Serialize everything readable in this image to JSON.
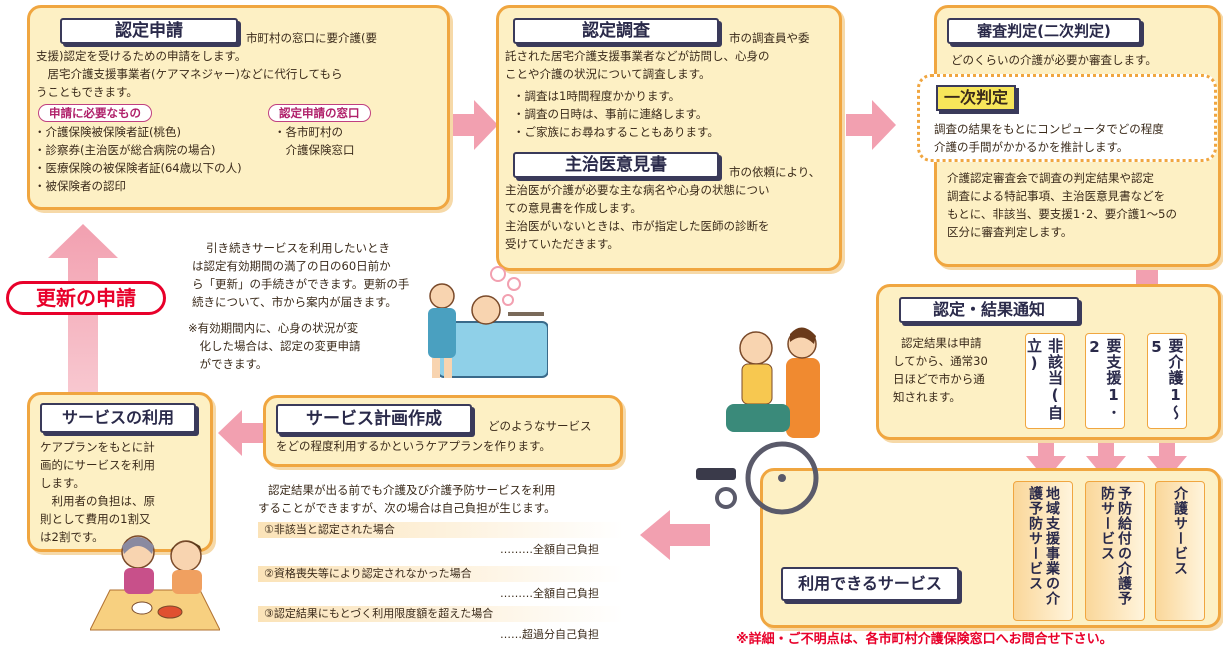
{
  "apply": {
    "title": "認定申請",
    "text": [
      "市町村の窓口に要介護(要",
      "支援)認定を受けるための申請をします。",
      "　居宅介護支援事業者(ケアマネジャー)などに代行してもら",
      "うこともできます。"
    ],
    "needs_title": "申請に必要なもの",
    "needs": [
      "・介護保険被保険者証(桃色)",
      "・診察券(主治医が総合病院の場合)",
      "・医療保険の被保険者証(64歳以下の人)",
      "・被保険者の認印"
    ],
    "window_title": "認定申請の窓口",
    "window": [
      "・各市町村の",
      "　介護保険窓口"
    ]
  },
  "survey": {
    "title": "認定調査",
    "text": [
      "市の調査員や委",
      "託された居宅介護支援事業者などが訪問し、心身の",
      "ことや介護の状況について調査します。"
    ],
    "bullets": [
      "・調査は1時間程度かかります。",
      "・調査の日時は、事前に連絡します。",
      "・ご家族にお尋ねすることもあります。"
    ],
    "doctor_title": "主治医意見書",
    "doctor_text": [
      "市の依頼により、",
      "主治医が介護が必要な主な病名や心身の状態につい",
      "ての意見書を作成します。",
      "主治医がいないときは、市が指定した医師の診断を",
      "受けていただきます。"
    ]
  },
  "judge": {
    "title": "審査判定(二次判定)",
    "text": "どのくらいの介護が必要か審査します。",
    "first_title": "一次判定",
    "first_text": [
      "調査の結果をもとにコンピュータでどの程度",
      "介護の手間がかかるかを推計します。"
    ],
    "second_text": [
      "介護認定審査会で調査の判定結果や認定",
      "調査による特記事項、主治医意見書などを",
      "もとに、非該当、要支援1･2、要介護1～5の",
      "区分に審査判定します。"
    ]
  },
  "notify": {
    "title": "認定・結果通知",
    "text": [
      "認定結果は申請",
      "してから、通常30",
      "日ほどで市から通",
      "知されます。"
    ],
    "results": [
      "非該当(自立)",
      "要支援1･2",
      "要介護1～5"
    ]
  },
  "services": {
    "title": "利用できるサービス",
    "items": [
      "地域支援事業の介護予防サービス",
      "予防給付の介護予防サービス",
      "介護サービス"
    ]
  },
  "plan": {
    "title": "サービス計画作成",
    "text": [
      "どのようなサービス",
      "をどの程度利用するかというケアプランを作ります。"
    ],
    "note": [
      "認定結果が出る前でも介護及び介護予防サービスを利用",
      "することができますが、次の場合は自己負担が生じます。"
    ],
    "cases": [
      {
        "label": "①非該当と認定された場合",
        "cost": "………全額自己負担"
      },
      {
        "label": "②資格喪失等により認定されなかった場合",
        "cost": "………全額自己負担"
      },
      {
        "label": "③認定結果にもとづく利用限度額を超えた場合",
        "cost": "……超過分自己負担"
      }
    ]
  },
  "use": {
    "title": "サービスの利用",
    "text": [
      "ケアプランをもとに計",
      "画的にサービスを利用",
      "します。",
      "　利用者の負担は、原",
      "則として費用の1割又",
      "は2割です。"
    ]
  },
  "renew": {
    "title": "更新の申請",
    "text": [
      "引き続きサービスを利用したいとき",
      "は認定有効期間の満了の日の60日前か",
      "ら「更新」の手続きができます。更新の手",
      "続きについて、市から案内が届きます。"
    ],
    "note": [
      "※有効期間内に、心身の状況が変",
      "　化した場合は、認定の変更申請",
      "　ができます。"
    ]
  },
  "footer": "※詳細・ご不明点は、各市町村介護保険窓口へお問合せ下さい。",
  "colors": {
    "box_bg": "#fdf0c4",
    "box_border": "#f0a640",
    "arrow": "#f2a0b0",
    "footer": "#e8002a"
  }
}
